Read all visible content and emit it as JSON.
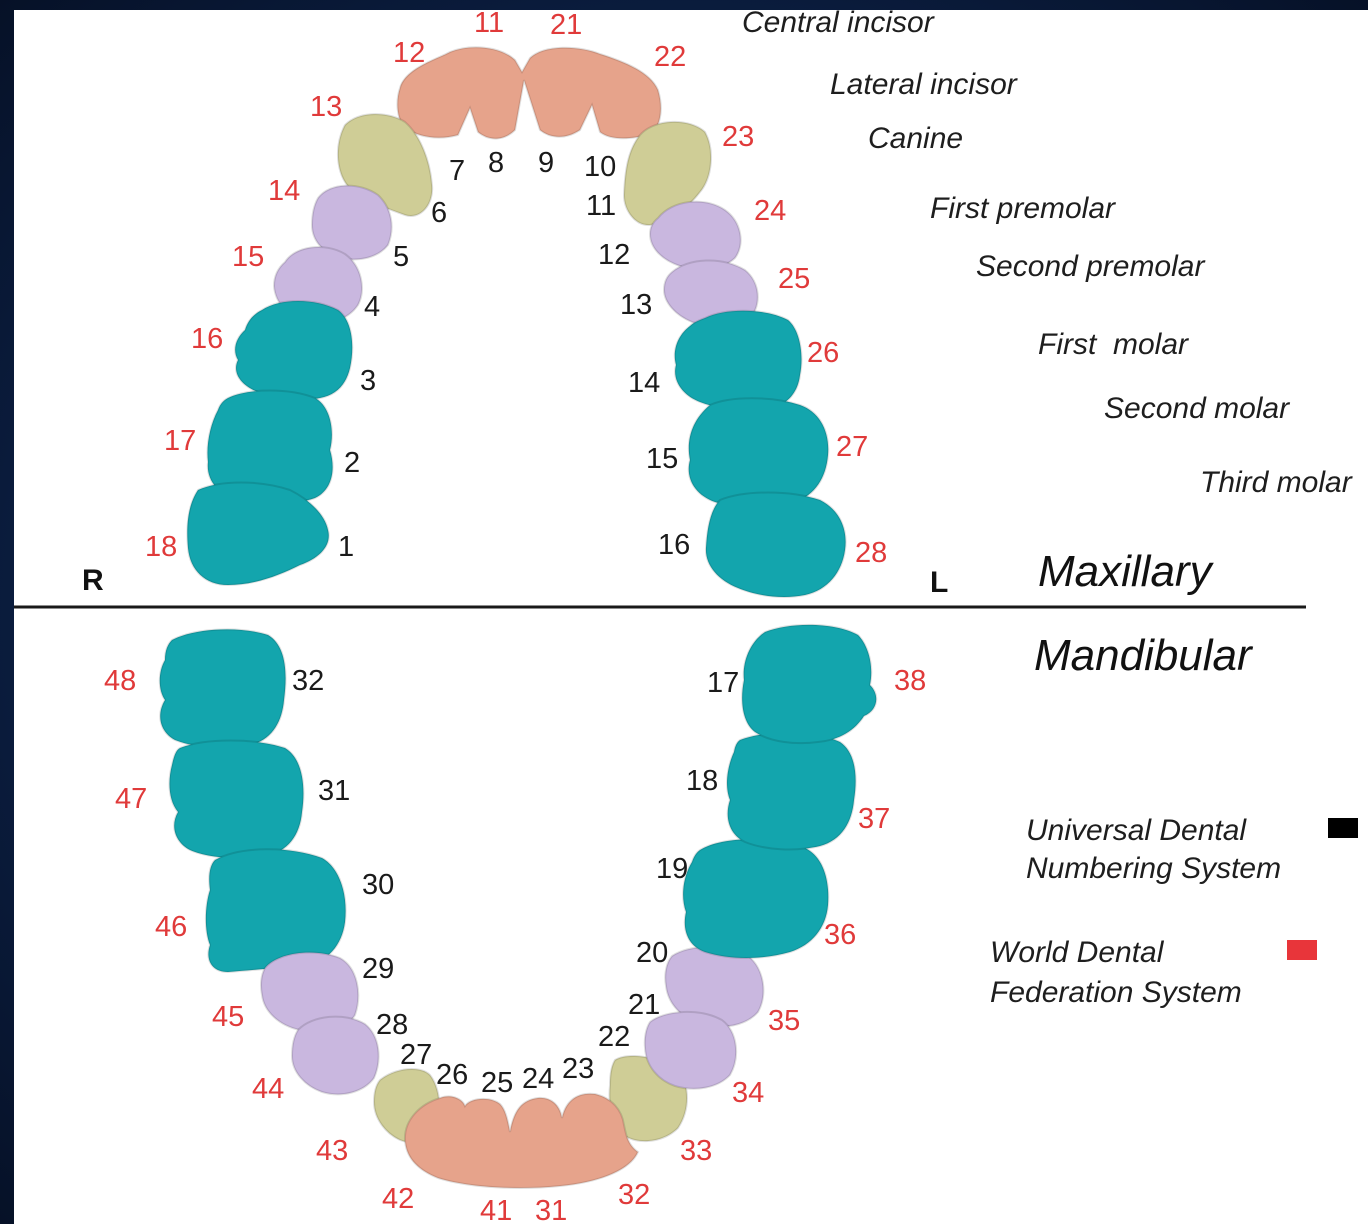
{
  "colors": {
    "incisor": "#e6a38b",
    "canine": "#cfcd96",
    "premolar": "#c9b7df",
    "molar": "#13a5ad",
    "universal": "#000000",
    "fdi": "#e8353a"
  },
  "tooth_types": [
    "Central incisor",
    "Lateral incisor",
    "Canine",
    "First premolar",
    "Second premolar",
    "First  molar",
    "Second molar",
    "Third molar"
  ],
  "arches": {
    "maxillary": "Maxillary",
    "mandibular": "Mandibular"
  },
  "sides": {
    "right": "R",
    "left": "L"
  },
  "legend": {
    "universal_line1": "Universal Dental",
    "universal_line2": "Numbering System",
    "fdi_line1": "World Dental",
    "fdi_line2": "Federation System"
  },
  "upper_universal": [
    "1",
    "2",
    "3",
    "4",
    "5",
    "6",
    "7",
    "8",
    "9",
    "10",
    "11",
    "12",
    "13",
    "14",
    "15",
    "16"
  ],
  "upper_fdi": [
    "18",
    "17",
    "16",
    "15",
    "14",
    "13",
    "12",
    "11",
    "21",
    "22",
    "23",
    "24",
    "25",
    "26",
    "27",
    "28"
  ],
  "lower_universal": [
    "32",
    "31",
    "30",
    "29",
    "28",
    "27",
    "26",
    "25",
    "24",
    "23",
    "22",
    "21",
    "20",
    "19",
    "18",
    "17"
  ],
  "lower_fdi": [
    "48",
    "47",
    "46",
    "45",
    "44",
    "43",
    "42",
    "41",
    "31",
    "32",
    "33",
    "34",
    "35",
    "36",
    "37",
    "38"
  ]
}
